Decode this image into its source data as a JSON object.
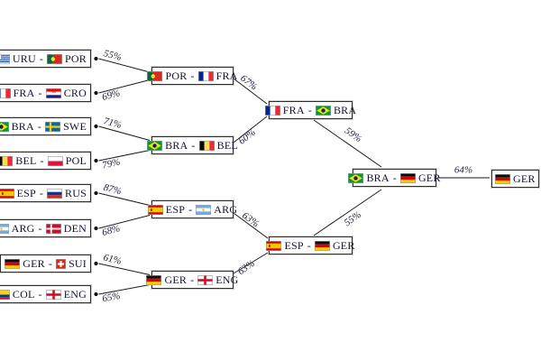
{
  "separator": "-",
  "colors": {
    "background": "#ffffff",
    "box_border": "#2e2e2e",
    "team_text": "#121230",
    "line": "#1a1a1a",
    "probability_text": "#1c1c3a"
  },
  "rounds": {
    "round_of_16": {
      "matches": [
        {
          "team1": "URU",
          "team2": "POR",
          "win_prob": "55%"
        },
        {
          "team1": "FRA",
          "team2": "CRO",
          "win_prob": "69%"
        },
        {
          "team1": "BRA",
          "team2": "SWE",
          "win_prob": "71%"
        },
        {
          "team1": "BEL",
          "team2": "POL",
          "win_prob": "79%"
        },
        {
          "team1": "ESP",
          "team2": "RUS",
          "win_prob": "87%"
        },
        {
          "team1": "ARG",
          "team2": "DEN",
          "win_prob": "68%"
        },
        {
          "team1": "GER",
          "team2": "SUI",
          "win_prob": "61%"
        },
        {
          "team1": "COL",
          "team2": "ENG",
          "win_prob": "65%"
        }
      ]
    },
    "quarterfinals": {
      "matches": [
        {
          "team1": "POR",
          "team2": "FRA",
          "win_prob": "67%"
        },
        {
          "team1": "BRA",
          "team2": "BEL",
          "win_prob": "60%"
        },
        {
          "team1": "ESP",
          "team2": "ARG",
          "win_prob": "63%"
        },
        {
          "team1": "GER",
          "team2": "ENG",
          "win_prob": "63%"
        }
      ]
    },
    "semifinals": {
      "matches": [
        {
          "team1": "FRA",
          "team2": "BRA",
          "win_prob": "59%"
        },
        {
          "team1": "ESP",
          "team2": "GER",
          "win_prob": "55%"
        }
      ]
    },
    "final": {
      "matches": [
        {
          "team1": "BRA",
          "team2": "GER",
          "win_prob": "64%"
        }
      ]
    },
    "champion": {
      "team": "GER"
    }
  }
}
